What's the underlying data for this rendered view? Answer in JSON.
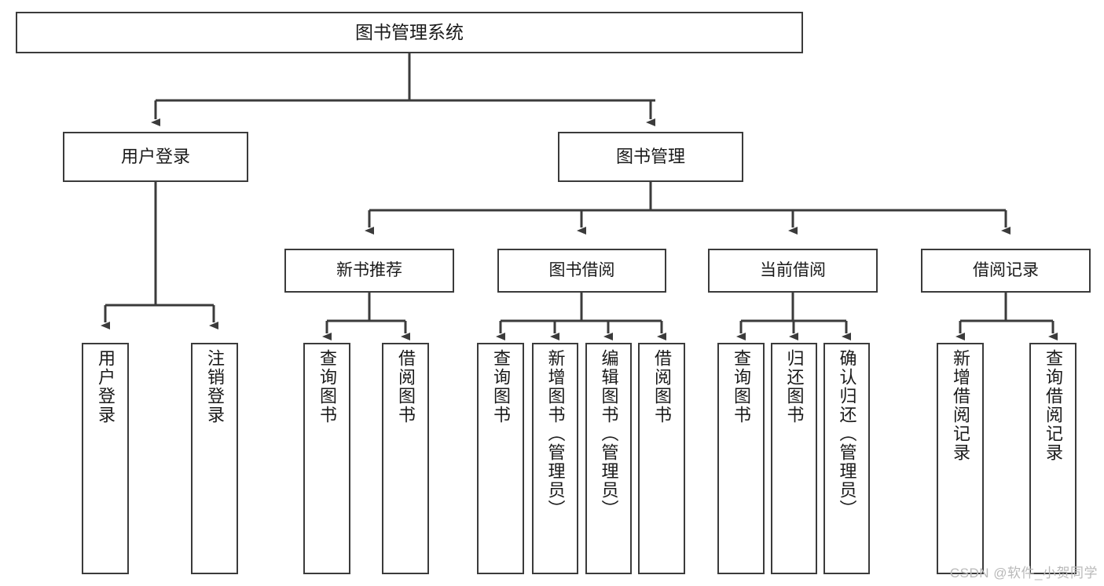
{
  "diagram": {
    "title": "图书管理系统",
    "type": "tree-hierarchy",
    "root": {
      "id": "root",
      "label": "图书管理系统"
    },
    "level2": [
      {
        "id": "user-login",
        "label": "用户登录"
      },
      {
        "id": "book-manage",
        "label": "图书管理"
      }
    ],
    "level3": [
      {
        "id": "new-book-rec",
        "label": "新书推荐",
        "parent": "book-manage"
      },
      {
        "id": "book-borrow",
        "label": "图书借阅",
        "parent": "book-manage"
      },
      {
        "id": "current-borrow",
        "label": "当前借阅",
        "parent": "book-manage"
      },
      {
        "id": "borrow-record",
        "label": "借阅记录",
        "parent": "book-manage"
      }
    ],
    "leaves": {
      "user_login": [
        {
          "id": "leaf-user-login",
          "label": "用户登录"
        },
        {
          "id": "leaf-user-logout",
          "label": "注销登录"
        }
      ],
      "new_book_rec": [
        {
          "id": "leaf-query-book-1",
          "label": "查询图书"
        },
        {
          "id": "leaf-borrow-book-1",
          "label": "借阅图书"
        }
      ],
      "book_borrow": [
        {
          "id": "leaf-query-book-2",
          "label": "查询图书"
        },
        {
          "id": "leaf-add-book",
          "label": "新增图书（管理员）"
        },
        {
          "id": "leaf-edit-book",
          "label": "编辑图书（管理员）"
        },
        {
          "id": "leaf-borrow-book-2",
          "label": "借阅图书"
        }
      ],
      "current_borrow": [
        {
          "id": "leaf-query-book-3",
          "label": "查询图书"
        },
        {
          "id": "leaf-return-book",
          "label": "归还图书"
        },
        {
          "id": "leaf-confirm-return",
          "label": "确认归还（管理员）"
        }
      ],
      "borrow_record": [
        {
          "id": "leaf-add-record",
          "label": "新增借阅记录"
        },
        {
          "id": "leaf-query-record",
          "label": "查询借阅记录"
        }
      ]
    },
    "colors": {
      "stroke": "#3b3b3b",
      "fill": "#ffffff",
      "text": "#1a1a1a",
      "watermark": "#b9b9b9"
    }
  },
  "watermark": {
    "text": "CSDN @软件_小贺同学"
  }
}
